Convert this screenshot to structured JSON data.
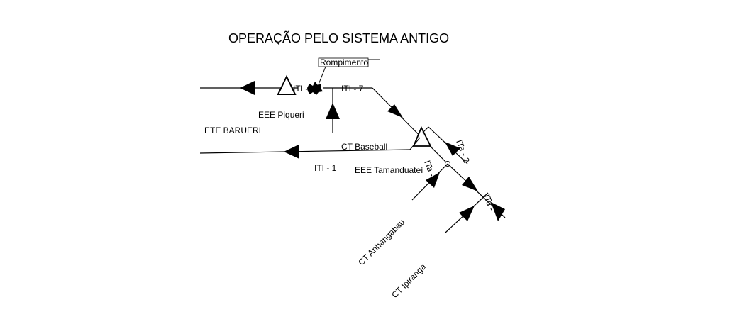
{
  "title": "OPERAÇÃO PELO SISTEMA ANTIGO",
  "labels": {
    "rompimento": "Rompimento",
    "iti_left": "ITI -",
    "iti_7": "ITI - 7",
    "eee_piqueri": "EEE Piqueri",
    "ete_barueri": "ETE BARUERI",
    "ct_baseball": "CT Baseball",
    "iti_1": "ITI - 1",
    "eee_tamanduatei": "EEE Tamanduateí",
    "ita_1": "ITa - 1",
    "ita_2": "ITa - 2",
    "ita_3": "ITa -",
    "ct_anhangabau": "CT Anhangabau",
    "ct_ipiranga": "CT Ipiranga"
  }
}
